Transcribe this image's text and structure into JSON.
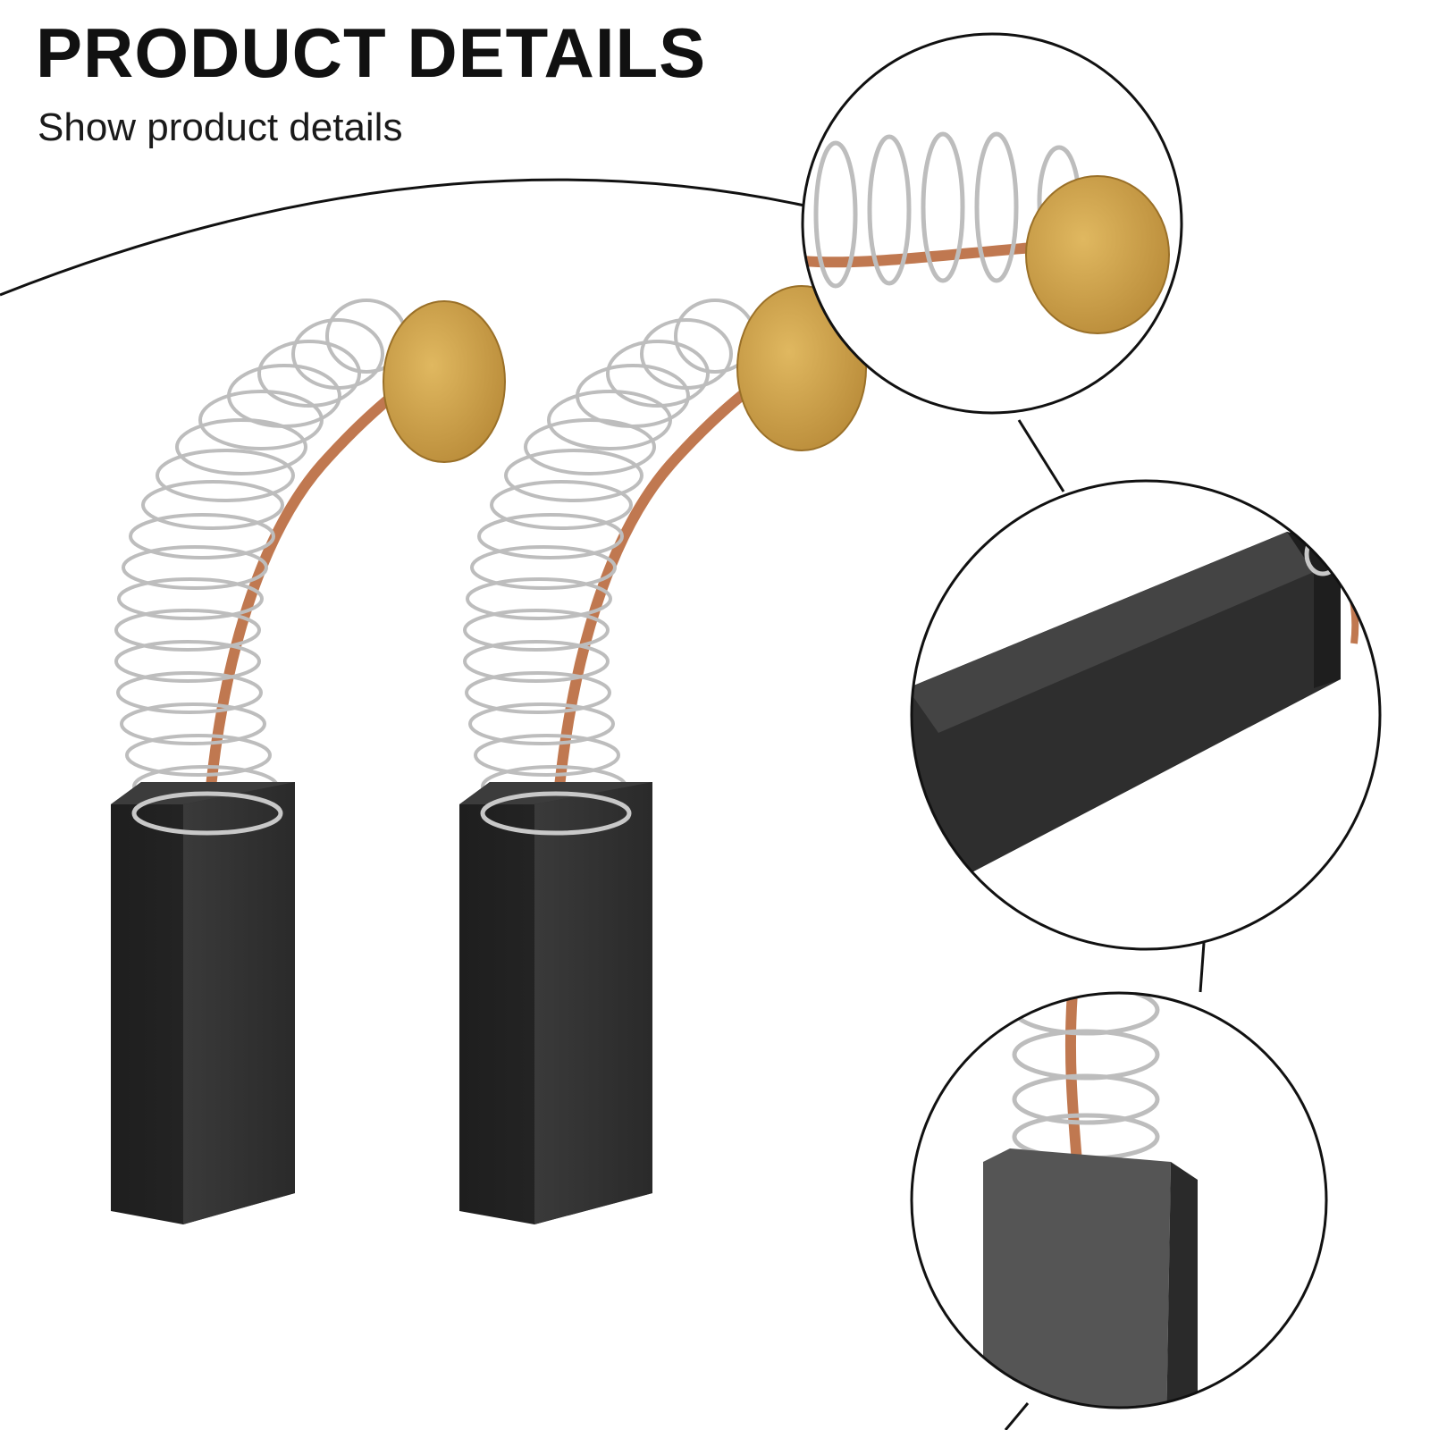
{
  "header": {
    "title": "PRODUCT DETAILS",
    "subtitle": "Show product details"
  },
  "product": {
    "item_count": 2,
    "detail_views": [
      "spring-and-contact-plate",
      "carbon-block-side",
      "carbon-block-end"
    ]
  },
  "colors": {
    "carbon": "#2a2a2a",
    "carbon_light": "#4a4a4a",
    "spring": "#c8c8c8",
    "copper": "#c07850",
    "plate": "#c8a048",
    "outline": "#111111"
  }
}
